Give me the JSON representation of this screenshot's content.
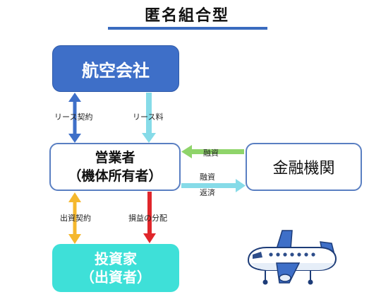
{
  "title": "匿名組合型",
  "nodes": {
    "airline": "航空会社",
    "operator_line1": "営業者",
    "operator_line2": "（機体所有者）",
    "finance": "金融機関",
    "investor_line1": "投資家",
    "investor_line2": "（出資者）"
  },
  "edges": {
    "lease_contract": "リース契約",
    "lease_fee": "リース料",
    "financing": "融資",
    "financing_repay_line1": "融資",
    "financing_repay_line2": "返済",
    "investment_contract": "出資契約",
    "profit_loss_distribution": "損益の分配"
  },
  "colors": {
    "airline_box": "#3e6fc8",
    "investor_box": "#3ee0d8",
    "box_border": "#5a7fc2",
    "arrow_dark_blue": "#3e6fc8",
    "arrow_light_blue": "#86dbe8",
    "arrow_green": "#8fd46a",
    "arrow_orange": "#f5b82e",
    "arrow_red": "#e0262b",
    "title_rule": "#3a6bbf"
  },
  "icons": [
    "airplane-icon"
  ]
}
